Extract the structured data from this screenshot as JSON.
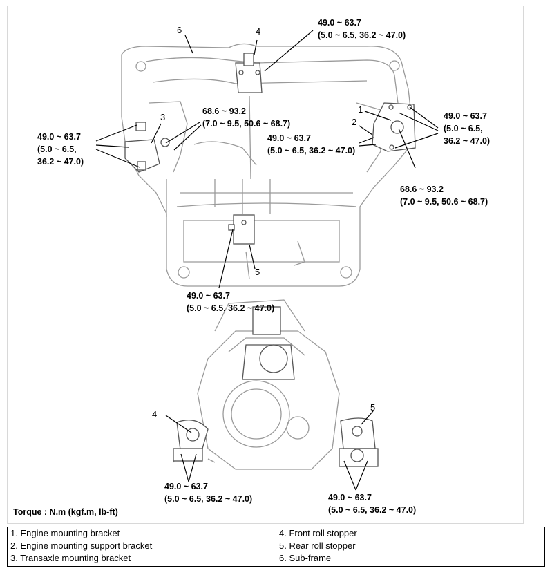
{
  "callouts": {
    "c4_top": "4",
    "c6": "6",
    "c3": "3",
    "c1": "1",
    "c2": "2",
    "c5_top": "5",
    "c4_bottom": "4",
    "c5_bottom": "5"
  },
  "torques": {
    "t_top": [
      "49.0 ~ 63.7",
      "(5.0 ~ 6.5, 36.2 ~ 47.0)"
    ],
    "t_left": [
      "49.0 ~ 63.7",
      "(5.0 ~ 6.5,",
      "36.2 ~ 47.0)"
    ],
    "t_center": [
      "68.6 ~ 93.2",
      "(7.0 ~ 9.5, 50.6 ~ 68.7)"
    ],
    "t_right": [
      "49.0 ~ 63.7",
      "(5.0 ~ 6.5,",
      "36.2 ~ 47.0)"
    ],
    "t_mid": [
      "49.0 ~ 63.7",
      "(5.0 ~ 6.5, 36.2 ~ 47.0)"
    ],
    "t_right_low": [
      "68.6 ~ 93.2",
      "(7.0 ~ 9.5, 50.6 ~ 68.7)"
    ],
    "t_front": [
      "49.0 ~ 63.7",
      "(5.0 ~ 6.5, 36.2 ~ 47.0)"
    ],
    "t_bl": [
      "49.0 ~ 63.7",
      "(5.0 ~ 6.5, 36.2 ~ 47.0)"
    ],
    "t_br": [
      "49.0 ~ 63.7",
      "(5.0 ~ 6.5, 36.2 ~ 47.0)"
    ]
  },
  "torque_unit_note": "Torque : N.m (kgf.m, lb-ft)",
  "legend": {
    "left": [
      "1. Engine mounting bracket",
      "2. Engine mounting support bracket",
      "3. Transaxle mounting bracket"
    ],
    "right": [
      "4. Front roll stopper",
      "5. Rear roll stopper",
      "6. Sub-frame"
    ]
  }
}
